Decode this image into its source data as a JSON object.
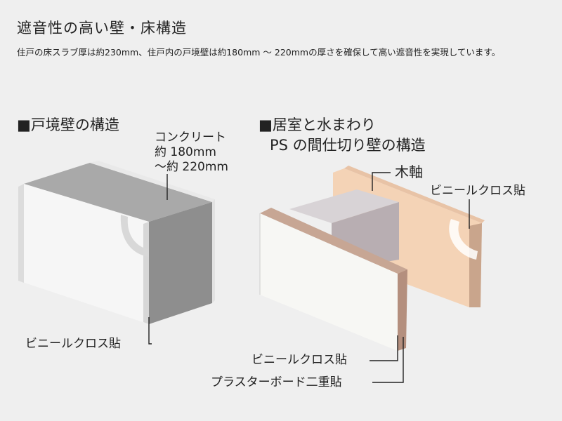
{
  "title": "遮音性の高い壁・床構造",
  "description": "住戸の床スラブ厚は約230mm、住戸内の戸境壁は約180mm 〜 220mmの厚さを確保して高い遮音性を実現しています。",
  "left": {
    "heading": "■戸境壁の構造",
    "concrete_line1": "コンクリート",
    "concrete_line2": "約 180mm",
    "concrete_line3": "〜約 220mm",
    "vinyl": "ビニールクロス貼"
  },
  "right": {
    "heading_line1": "■居室と水まわり",
    "heading_line2": "PS の間仕切り壁の構造",
    "wood": "木軸",
    "vinyl_back": "ビニールクロス貼",
    "vinyl_front": "ビニールクロス貼",
    "board": "プラスターボード二重貼"
  },
  "colors": {
    "background": "#efefef",
    "concrete_top": "#a9a9a9",
    "concrete_side": "#8e8e8e",
    "cloth_white": "#f6f6f6",
    "board_pink": "#f4d3b6",
    "board_edge": "#c7a694",
    "wood_gray": "#b8aeb2"
  }
}
